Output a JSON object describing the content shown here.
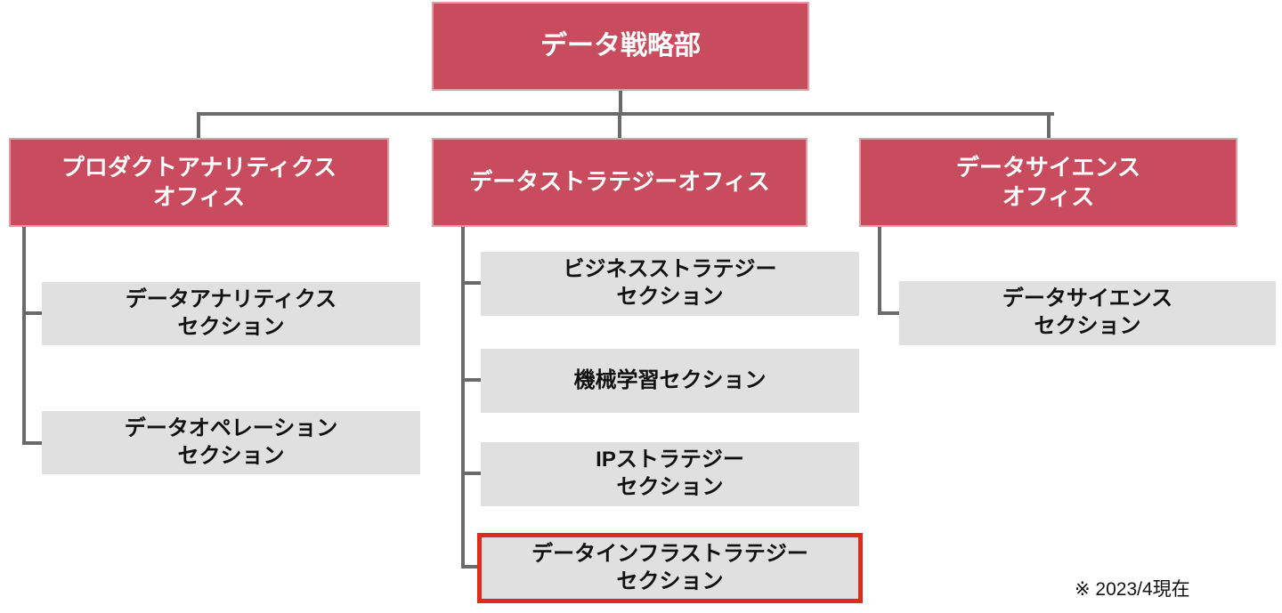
{
  "org": {
    "root": {
      "label": "データ戦略部"
    },
    "branches": [
      {
        "office": {
          "label": "プロダクトアナリティクス\nオフィス"
        },
        "sections": [
          {
            "label": "データアナリティクス\nセクション",
            "highlighted": false
          },
          {
            "label": "データオペレーション\nセクション",
            "highlighted": false
          }
        ]
      },
      {
        "office": {
          "label": "データストラテジーオフィス"
        },
        "sections": [
          {
            "label": "ビジネスストラテジー\nセクション",
            "highlighted": false
          },
          {
            "label": "機械学習セクション",
            "highlighted": false
          },
          {
            "label": "IPストラテジー\nセクション",
            "highlighted": false
          },
          {
            "label": "データインフラストラテジー\nセクション",
            "highlighted": true
          }
        ]
      },
      {
        "office": {
          "label": "データサイエンス\nオフィス"
        },
        "sections": [
          {
            "label": "データサイエンス\nセクション",
            "highlighted": false
          }
        ]
      }
    ]
  },
  "footnote": "※ 2023/4現在",
  "colors": {
    "office_fill": "#C94C5E",
    "section_fill": "#E0E0E0",
    "connector": "#6A6A6A",
    "highlight_border": "#DF2B1B",
    "office_text": "#FFFFFF",
    "section_text": "#111111"
  }
}
